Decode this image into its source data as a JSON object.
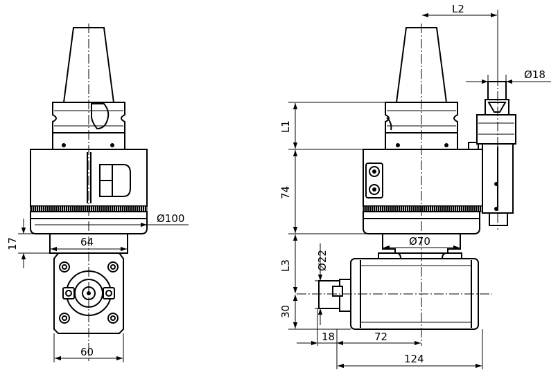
{
  "dimensions": {
    "left_view": {
      "diameter_flange": "Ø100",
      "height_offset": "17",
      "neck_width": "64",
      "base_width": "60"
    },
    "right_view": {
      "l1": "L1",
      "l2": "L2",
      "l3": "L3",
      "body_height": "74",
      "spindle_diameter": "Ø18",
      "neck_diameter": "Ø70",
      "output_diameter": "Ø22",
      "output_height": "30",
      "shaft_length": "18",
      "housing_length": "72",
      "total_length": "124"
    }
  }
}
